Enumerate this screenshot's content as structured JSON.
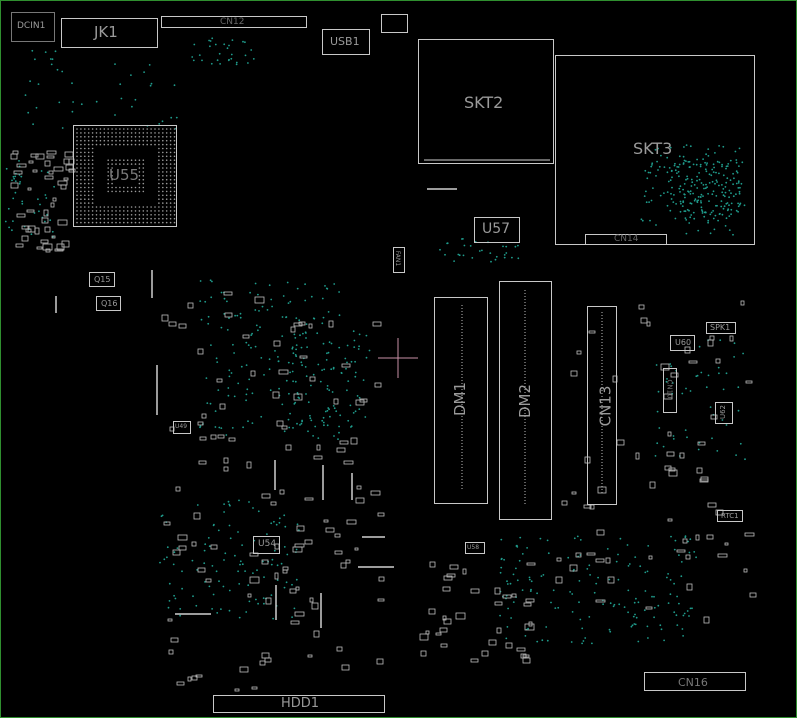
{
  "board": {
    "background": "#000000",
    "outline_color": "#2f8f2f",
    "part_color": "#c8c8c8",
    "label_color": "#9a9a9a",
    "via_color": "#1f9c8c",
    "crosshair_color": "#c98fa6"
  },
  "labels": {
    "dcin1": "DCIN1",
    "jk1": "JK1",
    "cn12": "CN12",
    "usb1": "USB1",
    "skt2": "SKT2",
    "skt3": "SKT3",
    "u55": "U55",
    "u57": "U57",
    "cn14": "CN14",
    "q15": "Q15",
    "q16": "Q16",
    "fan1": "FAN1",
    "dm1": "DM1",
    "dm2": "DM2",
    "cn13": "CN13",
    "spk1": "SPK1",
    "u60": "U60",
    "cn10": "CN10",
    "u62": "U62",
    "rtc1": "RTC1",
    "u54": "U54",
    "u49": "U49",
    "u58": "U58",
    "hdd1": "HDD1",
    "cn16": "CN16"
  }
}
